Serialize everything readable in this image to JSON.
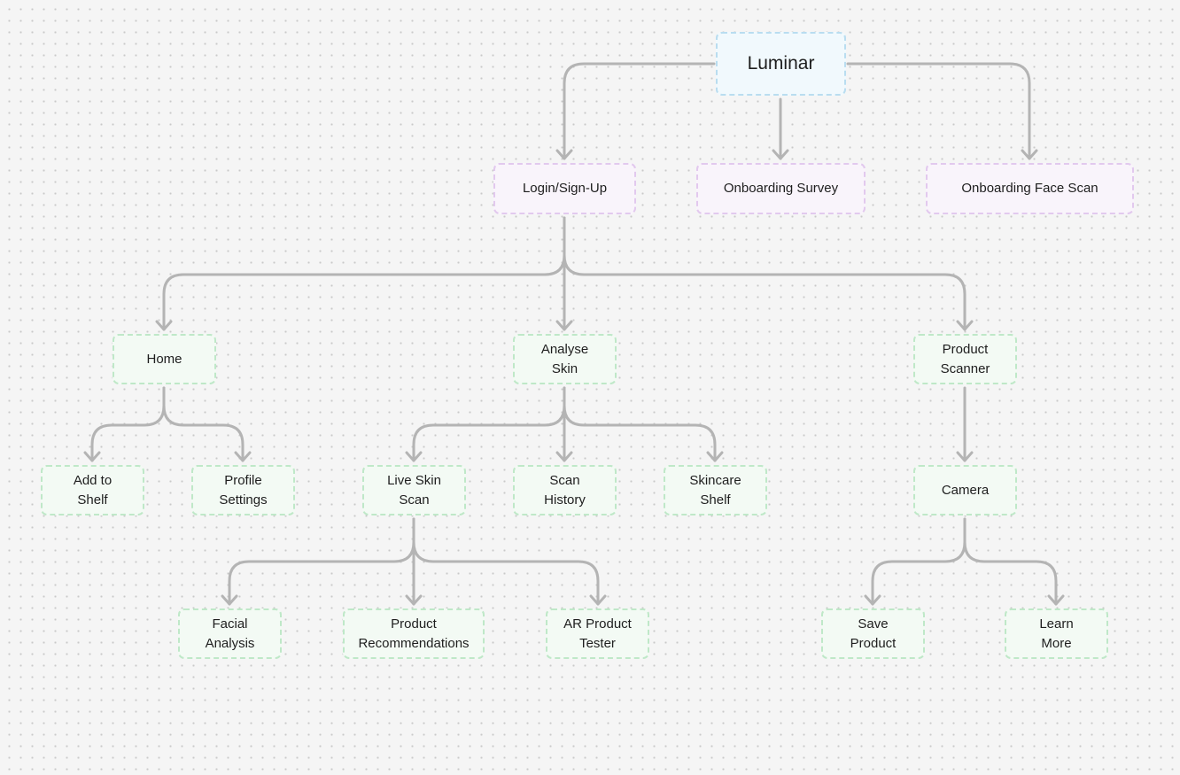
{
  "diagram": {
    "nodes": [
      {
        "id": "luminar",
        "label": "Luminar",
        "level": "root"
      },
      {
        "id": "login",
        "label": "Login/Sign-Up",
        "level": "l1"
      },
      {
        "id": "survey",
        "label": "Onboarding Survey",
        "level": "l1"
      },
      {
        "id": "facescan",
        "label": "Onboarding Face Scan",
        "level": "l1"
      },
      {
        "id": "home",
        "label": "Home",
        "level": "l2"
      },
      {
        "id": "analyse",
        "label": "Analyse\nSkin",
        "level": "l2"
      },
      {
        "id": "scanner",
        "label": "Product\nScanner",
        "level": "l2"
      },
      {
        "id": "addshelf",
        "label": "Add to\nShelf",
        "level": "l2"
      },
      {
        "id": "profile",
        "label": "Profile\nSettings",
        "level": "l2"
      },
      {
        "id": "liveskin",
        "label": "Live Skin\nScan",
        "level": "l2"
      },
      {
        "id": "history",
        "label": "Scan\nHistory",
        "level": "l2"
      },
      {
        "id": "skinshelf",
        "label": "Skincare\nShelf",
        "level": "l2"
      },
      {
        "id": "camera",
        "label": "Camera",
        "level": "l2"
      },
      {
        "id": "facial",
        "label": "Facial\nAnalysis",
        "level": "l2"
      },
      {
        "id": "recs",
        "label": "Product\nRecommendations",
        "level": "l2"
      },
      {
        "id": "ar",
        "label": "AR Product\nTester",
        "level": "l2"
      },
      {
        "id": "save",
        "label": "Save\nProduct",
        "level": "l2"
      },
      {
        "id": "learn",
        "label": "Learn\nMore",
        "level": "l2"
      }
    ],
    "edges": [
      {
        "from": "luminar",
        "to": "login"
      },
      {
        "from": "luminar",
        "to": "survey"
      },
      {
        "from": "luminar",
        "to": "facescan"
      },
      {
        "from": "login",
        "to": "home"
      },
      {
        "from": "login",
        "to": "analyse"
      },
      {
        "from": "login",
        "to": "scanner"
      },
      {
        "from": "home",
        "to": "addshelf"
      },
      {
        "from": "home",
        "to": "profile"
      },
      {
        "from": "analyse",
        "to": "liveskin"
      },
      {
        "from": "analyse",
        "to": "history"
      },
      {
        "from": "analyse",
        "to": "skinshelf"
      },
      {
        "from": "scanner",
        "to": "camera"
      },
      {
        "from": "liveskin",
        "to": "facial"
      },
      {
        "from": "liveskin",
        "to": "recs"
      },
      {
        "from": "liveskin",
        "to": "ar"
      },
      {
        "from": "camera",
        "to": "save"
      },
      {
        "from": "camera",
        "to": "learn"
      }
    ],
    "colors": {
      "connector": "#b4b4b4",
      "root_fill": "#f1f9fd",
      "level1_fill": "#f9f4fb",
      "level2_fill": "#f3faf4"
    }
  }
}
